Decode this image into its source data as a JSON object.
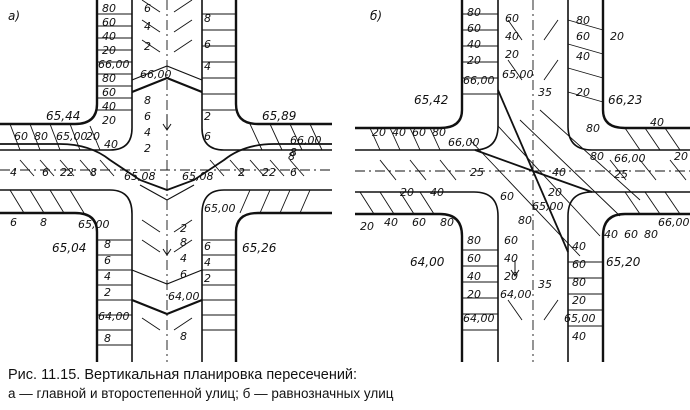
{
  "panels": {
    "a": {
      "letter": "а)",
      "top_labels": [
        "80",
        "60",
        "40",
        "20",
        "66,00",
        "80",
        "60",
        "40",
        "20"
      ],
      "top_inner_labels": [
        "6",
        "4",
        "2",
        "66,00",
        "8",
        "6",
        "4",
        "2"
      ],
      "corner_elevations": [
        "65,44",
        "65,89",
        "65,04",
        "65,26"
      ],
      "left_labels": [
        "60",
        "80",
        "65,00",
        "20",
        "40"
      ],
      "center_labels": [
        "4",
        "6",
        "22",
        "8",
        "65,08",
        "65,08",
        "2",
        "22",
        "6"
      ],
      "right_labels": [
        "8",
        "66,00"
      ],
      "bottom_left_labels": [
        "6",
        "8",
        "65,00",
        "8",
        "6",
        "4",
        "2",
        "64,00",
        "8"
      ],
      "bottom_right_labels": [
        "65,00",
        "2",
        "4",
        "6",
        "8",
        "64,00",
        "8",
        "6",
        "4",
        "2"
      ],
      "misc_labels": [
        "8",
        "6",
        "4",
        "2",
        "6",
        "8"
      ]
    },
    "b": {
      "letter": "б)",
      "top_labels": [
        "80",
        "60",
        "40",
        "20",
        "66,00",
        "60",
        "40",
        "20",
        "65,00",
        "35"
      ],
      "corner_elevations": [
        "65,42",
        "66,23",
        "64,00",
        "65,20"
      ],
      "left_labels": [
        "20",
        "40",
        "60",
        "80",
        "66,00",
        "20",
        "40",
        "60",
        "80"
      ],
      "right_labels": [
        "40",
        "20",
        "66,00",
        "80",
        "25",
        "40",
        "60",
        "80",
        "66,00"
      ],
      "center_labels": [
        "25",
        "40",
        "20",
        "65,00",
        "80",
        "20",
        "40",
        "60",
        "80"
      ],
      "bottom_labels": [
        "60",
        "40",
        "20",
        "64,00",
        "35",
        "80",
        "60",
        "40",
        "20",
        "64,00",
        "40",
        "60",
        "80",
        "65,00",
        "20",
        "40"
      ],
      "side_labels": [
        "20",
        "40",
        "60",
        "80",
        "20"
      ]
    }
  },
  "caption": {
    "line1": "Рис. 11.15. Вертикальная планировка пересечений:",
    "line2": "а — главной и второстепенной улиц; б — равнозначных улиц"
  }
}
